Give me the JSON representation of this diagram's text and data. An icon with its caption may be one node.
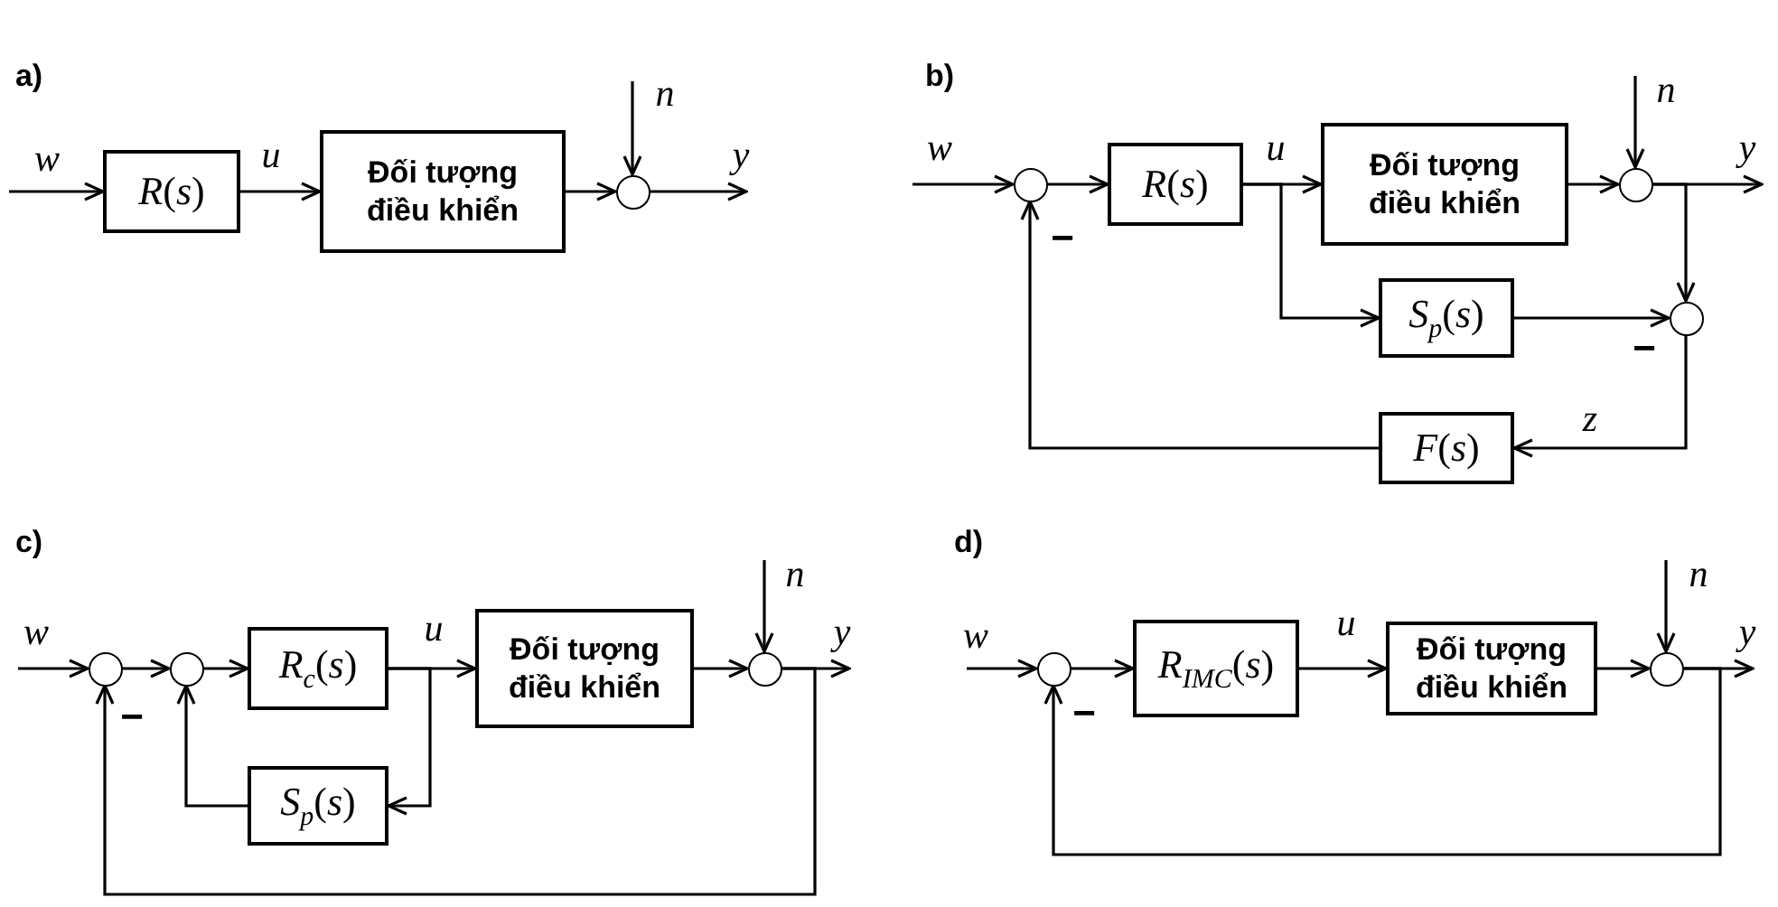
{
  "diagram": {
    "nodes": [
      {
        "text": [
          "*R*(*s*)"
        ]
      },
      {
        "text": [
          "Đối tượng điều khiển"
        ]
      },
      {
        "text": [],
        "shape": "circle"
      },
      {
        "text": [],
        "shape": "circle"
      },
      {
        "text": [
          "*R*(*s*)"
        ]
      },
      {
        "text": [
          "Đối tượng điều khiển"
        ]
      },
      {
        "text": [],
        "shape": "circle"
      },
      {
        "text": [
          "*S*$_{p}$(*s*)"
        ]
      },
      {
        "text": [],
        "shape": "circle"
      },
      {
        "text": [
          "*F*(*s*)"
        ]
      },
      {
        "text": [],
        "shape": "circle"
      },
      {
        "text": [],
        "shape": "circle"
      },
      {
        "text": [
          "*R*$_{c}$(*s*)"
        ]
      },
      {
        "text": [
          "Đối tượng điều khiển"
        ]
      },
      {
        "text": [],
        "shape": "circle"
      },
      {
        "text": [
          "*S*$_{p}$(*s*)"
        ]
      },
      {
        "text": [],
        "shape": "circle"
      },
      {
        "text": [
          "*R*$_{IMC}$(*s*)"
        ]
      },
      {
        "text": [
          "Đối tượng điều khiển"
        ]
      },
      {
        "text": [],
        "shape": "circle"
      }
    ],
    "edges": [
      {
        "from": null,
        "to": 0,
        "arrow": "to",
        "label": "w"
      },
      {
        "from": 0,
        "to": 1,
        "arrow": "to",
        "label": "u"
      },
      {
        "from": 1,
        "to": 2,
        "arrow": "to"
      },
      {
        "from": null,
        "to": 2,
        "arrow": "to",
        "label": "n"
      },
      {
        "from": 2,
        "to": null,
        "arrow": "to",
        "label": "y"
      },
      {
        "from": null,
        "to": 3,
        "arrow": "to",
        "label": "w"
      },
      {
        "from": 3,
        "to": 4,
        "arrow": "to"
      },
      {
        "from": 4,
        "to": 5,
        "arrow": "to",
        "label": "u"
      },
      {
        "from": 4,
        "to": 7,
        "arrow": "to"
      },
      {
        "from": 5,
        "to": 6,
        "arrow": "to"
      },
      {
        "from": null,
        "to": 6,
        "arrow": "to",
        "label": "n"
      },
      {
        "from": 6,
        "to": null,
        "arrow": "to",
        "label": "y"
      },
      {
        "from": 6,
        "to": 8,
        "arrow": "to"
      },
      {
        "from": 7,
        "to": 8,
        "arrow": "to"
      },
      {
        "from": 8,
        "to": 9,
        "arrow": "to",
        "label": "z"
      },
      {
        "from": 9,
        "to": 3,
        "arrow": "to"
      },
      {
        "from": null,
        "to": 10,
        "arrow": "to",
        "label": "w"
      },
      {
        "from": 10,
        "to": 11,
        "arrow": "to"
      },
      {
        "from": 11,
        "to": 12,
        "arrow": "to"
      },
      {
        "from": 12,
        "to": 13,
        "arrow": "to",
        "label": "u"
      },
      {
        "from": 12,
        "to": 15,
        "arrow": "to"
      },
      {
        "from": 13,
        "to": 14,
        "arrow": "to"
      },
      {
        "from": null,
        "to": 14,
        "arrow": "to",
        "label": "n"
      },
      {
        "from": 14,
        "to": null,
        "arrow": "to",
        "label": "y"
      },
      {
        "from": 14,
        "to": 10,
        "arrow": "to"
      },
      {
        "from": 15,
        "to": 11,
        "arrow": "to"
      },
      {
        "from": null,
        "to": 16,
        "arrow": "to",
        "label": "w"
      },
      {
        "from": 16,
        "to": 17,
        "arrow": "to"
      },
      {
        "from": 17,
        "to": 18,
        "arrow": "to",
        "label": "u"
      },
      {
        "from": 18,
        "to": 19,
        "arrow": "to"
      },
      {
        "from": null,
        "to": 19,
        "arrow": "to",
        "label": "n"
      },
      {
        "from": 19,
        "to": null,
        "arrow": "to",
        "label": "y"
      },
      {
        "from": 19,
        "to": 16,
        "arrow": "to"
      }
    ],
    "labels": [
      "a)",
      "b)",
      "−",
      "−",
      "c)",
      "−",
      "d)",
      "−"
    ]
  }
}
